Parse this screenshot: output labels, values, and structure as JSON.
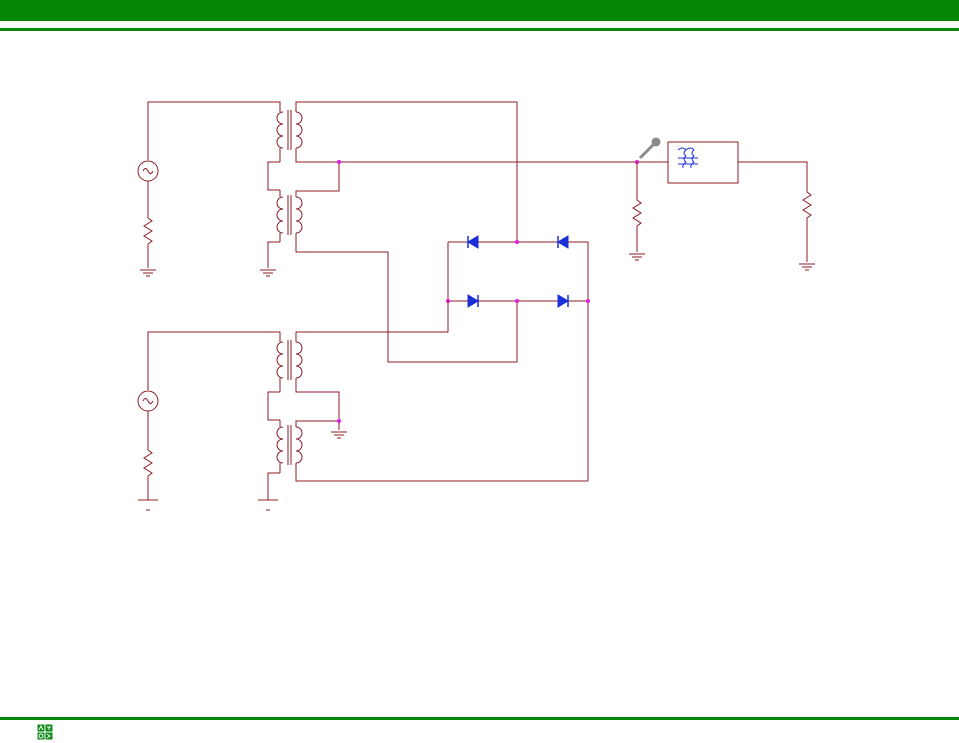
{
  "page": {
    "header_color": "#048704",
    "background": "#ffffff"
  },
  "footer": {
    "logo_icon": "app-logo-icon"
  },
  "schematic": {
    "wire_color": "#8c1d22",
    "junction_color": "#e01ce0",
    "diode_color": "#1b2fd6",
    "components": [
      "ac-source",
      "resistor",
      "transformer",
      "diode-bridge",
      "resistor",
      "filter",
      "probe",
      "resistor",
      "ground",
      "ac-source",
      "resistor",
      "transformer",
      "ground"
    ]
  }
}
